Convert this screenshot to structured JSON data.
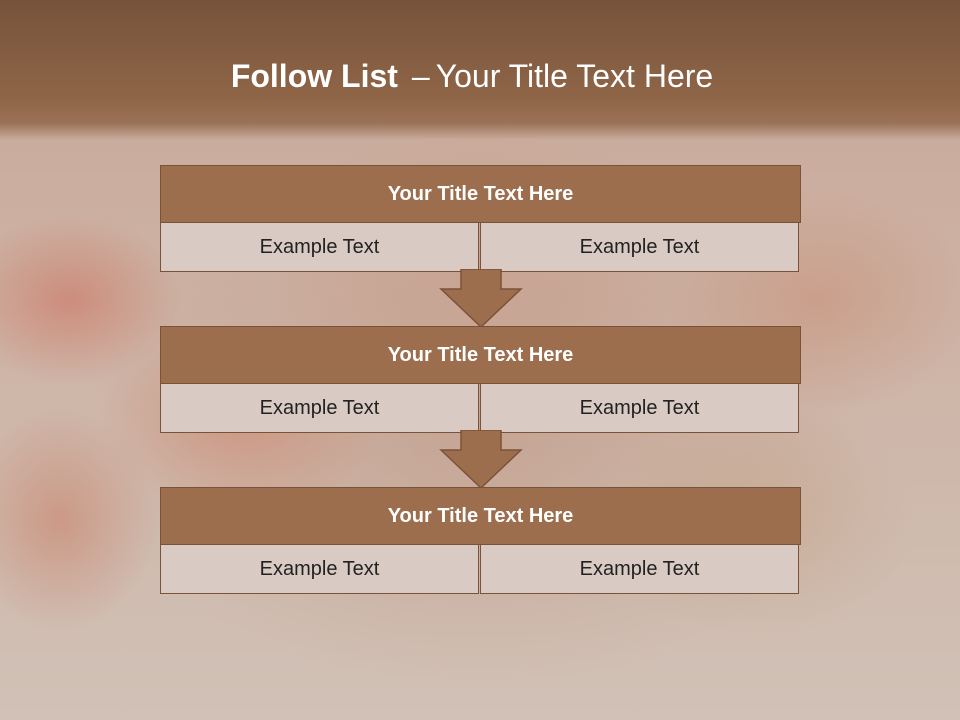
{
  "slide": {
    "title_bold": "Follow List",
    "title_dash": "–",
    "title_rest": "Your Title Text Here"
  },
  "steps": [
    {
      "title": "Your Title Text Here",
      "left_text": "Example Text",
      "right_text": "Example Text"
    },
    {
      "title": "Your Title Text Here",
      "left_text": "Example Text",
      "right_text": "Example Text"
    },
    {
      "title": "Your Title Text Here",
      "left_text": "Example Text",
      "right_text": "Example Text"
    }
  ],
  "colors": {
    "header": "#8f6547",
    "block_title": "#9c6e4d",
    "block_cell": "#d9cbc3",
    "arrow": "#9c6e4d",
    "border": "#7a5238"
  },
  "icons": [
    "down-arrow-icon",
    "down-arrow-icon"
  ]
}
